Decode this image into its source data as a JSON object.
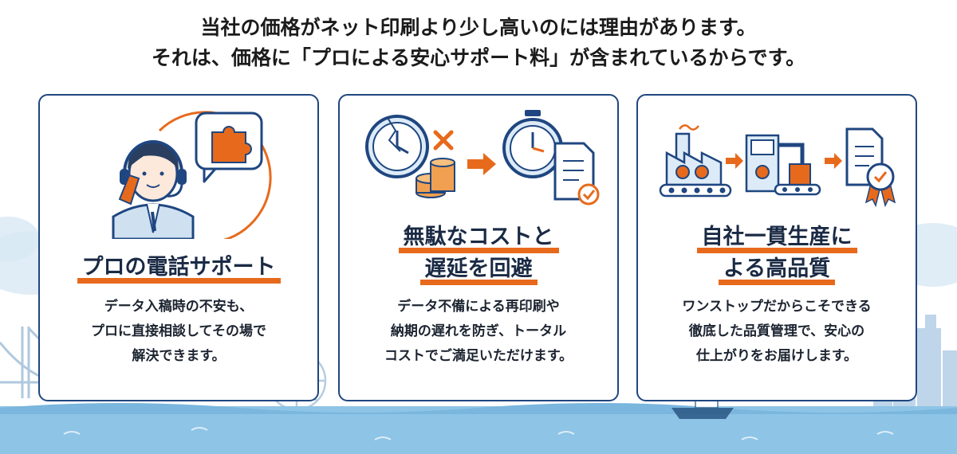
{
  "headline": {
    "line1": "当社の価格がネット印刷より少し高いのには理由があります。",
    "line2": "それは、価格に「プロによる安心サポート料」が含まれているからです。"
  },
  "cards": [
    {
      "title_lines": [
        "プロの電話サポート"
      ],
      "body_lines": [
        "データ入稿時の不安も、",
        "プロに直接相談してその場で",
        "解決できます。"
      ],
      "illustration_icons": [
        "headset-operator-icon",
        "puzzle-piece-icon"
      ]
    },
    {
      "title_lines": [
        "無駄なコストと",
        "遅延を回避"
      ],
      "body_lines": [
        "データ不備による再印刷や",
        "納期の遅れを防ぎ、トータル",
        "コストでご満足いただけます。"
      ],
      "illustration_icons": [
        "broken-clock-icon",
        "coin-stack-icon",
        "cross-mark-icon",
        "arrow-right-icon",
        "stopwatch-icon",
        "document-check-icon"
      ]
    },
    {
      "title_lines": [
        "自社一貫生産に",
        "よる高品質"
      ],
      "body_lines": [
        "ワンストップだからこそできる",
        "徹底した品質管理で、安心の",
        "仕上がりをお届けします。"
      ],
      "illustration_icons": [
        "factory-conveyor-icon",
        "arrow-right-icon",
        "machine-line-icon",
        "arrow-right-icon",
        "document-icon",
        "quality-medal-icon"
      ]
    }
  ],
  "colors": {
    "accent_orange": "#e76a1c",
    "navy": "#1f4680",
    "light_blue": "#bcd7ec",
    "sea_blue": "#8ec4e6"
  }
}
